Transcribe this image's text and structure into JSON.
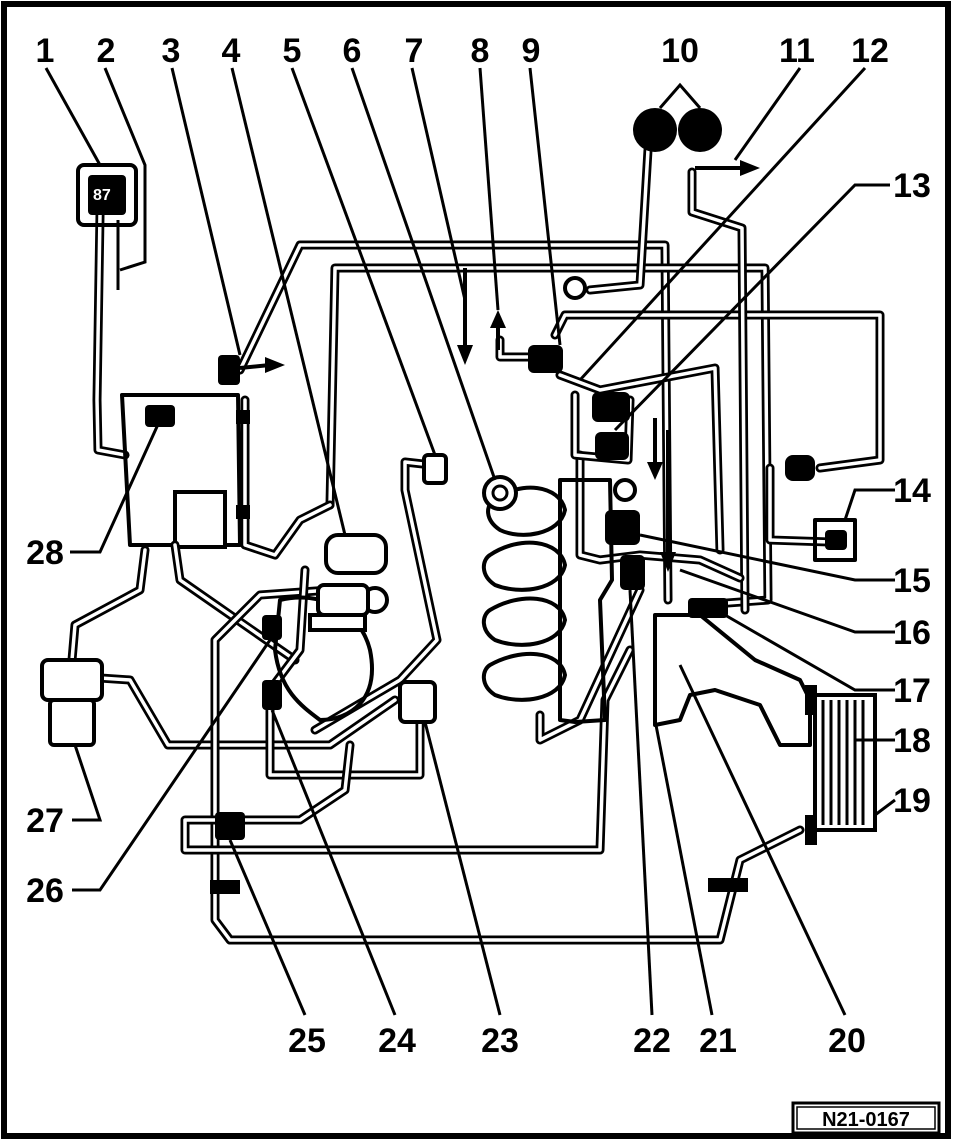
{
  "callouts": [
    "1",
    "2",
    "3",
    "4",
    "5",
    "6",
    "7",
    "8",
    "9",
    "10",
    "11",
    "12",
    "13",
    "14",
    "15",
    "16",
    "17",
    "18",
    "19",
    "20",
    "21",
    "22",
    "23",
    "24",
    "25",
    "26",
    "27",
    "28"
  ],
  "figure_ref": "N21-0167",
  "colors": {
    "ink": "#000000",
    "paper": "#ffffff"
  }
}
